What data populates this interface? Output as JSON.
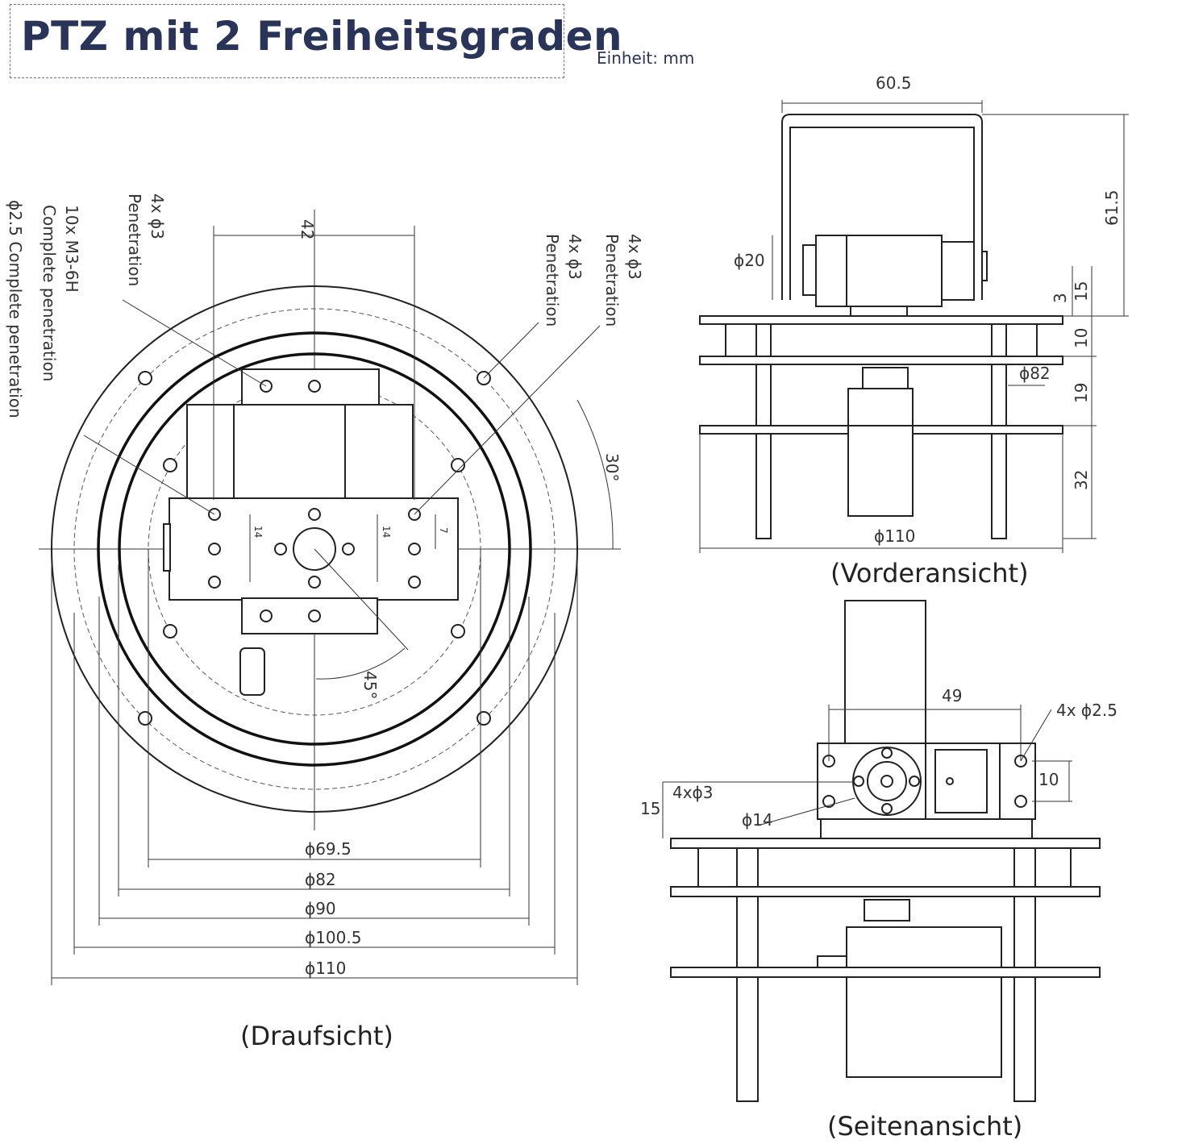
{
  "title": "PTZ mit 2 Freiheitsgraden",
  "unit": "Einheit: mm",
  "top_view": {
    "caption": "(Draufsicht)",
    "labels": {
      "holes_m3": "10x M3-6H",
      "holes_m3_sub": "Complete penetration",
      "holes_25": "ϕ2.5 Complete penetration",
      "holes_3_left": "4x ϕ3",
      "holes_3_left_sub": "Penetration",
      "holes_3_mid": "4x ϕ3",
      "holes_3_mid_sub": "Penetration",
      "holes_3_right": "4x ϕ3",
      "holes_3_right_sub": "Penetration"
    },
    "dims": {
      "width_42": "42",
      "angle_30": "30°",
      "angle_45": "45°",
      "small_14a": "14",
      "small_14b": "14",
      "small_7": "7",
      "d69": "ϕ69.5",
      "d82": "ϕ82",
      "d90": "ϕ90",
      "d100": "ϕ100.5",
      "d110": "ϕ110"
    }
  },
  "front_view": {
    "caption": "(Vorderansicht)",
    "dims": {
      "w60": "60.5",
      "h61": "61.5",
      "d20": "ϕ20",
      "h3": "3",
      "h15": "15",
      "h10": "10",
      "d82": "ϕ82",
      "h19": "19",
      "h32": "32",
      "d110": "ϕ110"
    }
  },
  "side_view": {
    "caption": "(Seitenansicht)",
    "dims": {
      "w49": "49",
      "holes": "4x ϕ2.5",
      "h10": "10",
      "h15": "15",
      "holes3": "4xϕ3",
      "d14": "ϕ14"
    }
  }
}
